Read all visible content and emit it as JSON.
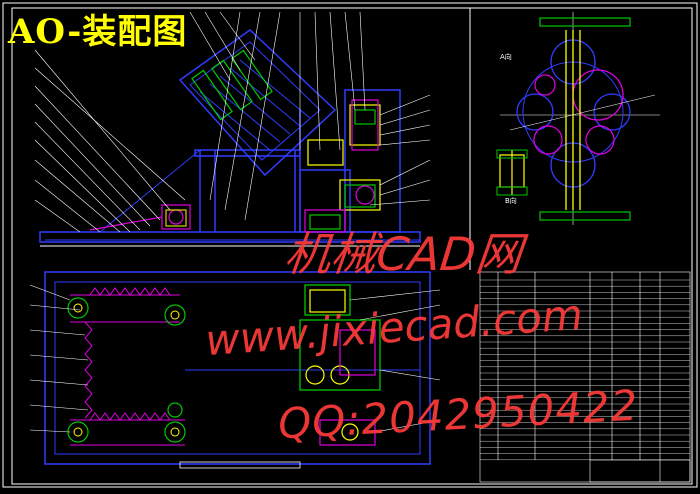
{
  "drawing": {
    "title": "AO-装配图",
    "view_label_a": "A向",
    "view_label_b": "B向"
  },
  "watermark": {
    "line1": "机械CAD网",
    "line2": "www.jixiecad.com",
    "line3": "QQ:2042950422"
  },
  "colors": {
    "background": "#000000",
    "frame": "#ffffff",
    "title": "#ffff00",
    "watermark": "#ff3b3b",
    "part_blue": "#2f3cff",
    "part_green": "#00c800",
    "part_magenta": "#e000e0",
    "part_yellow": "#ffff00",
    "part_red": "#ff2020"
  }
}
